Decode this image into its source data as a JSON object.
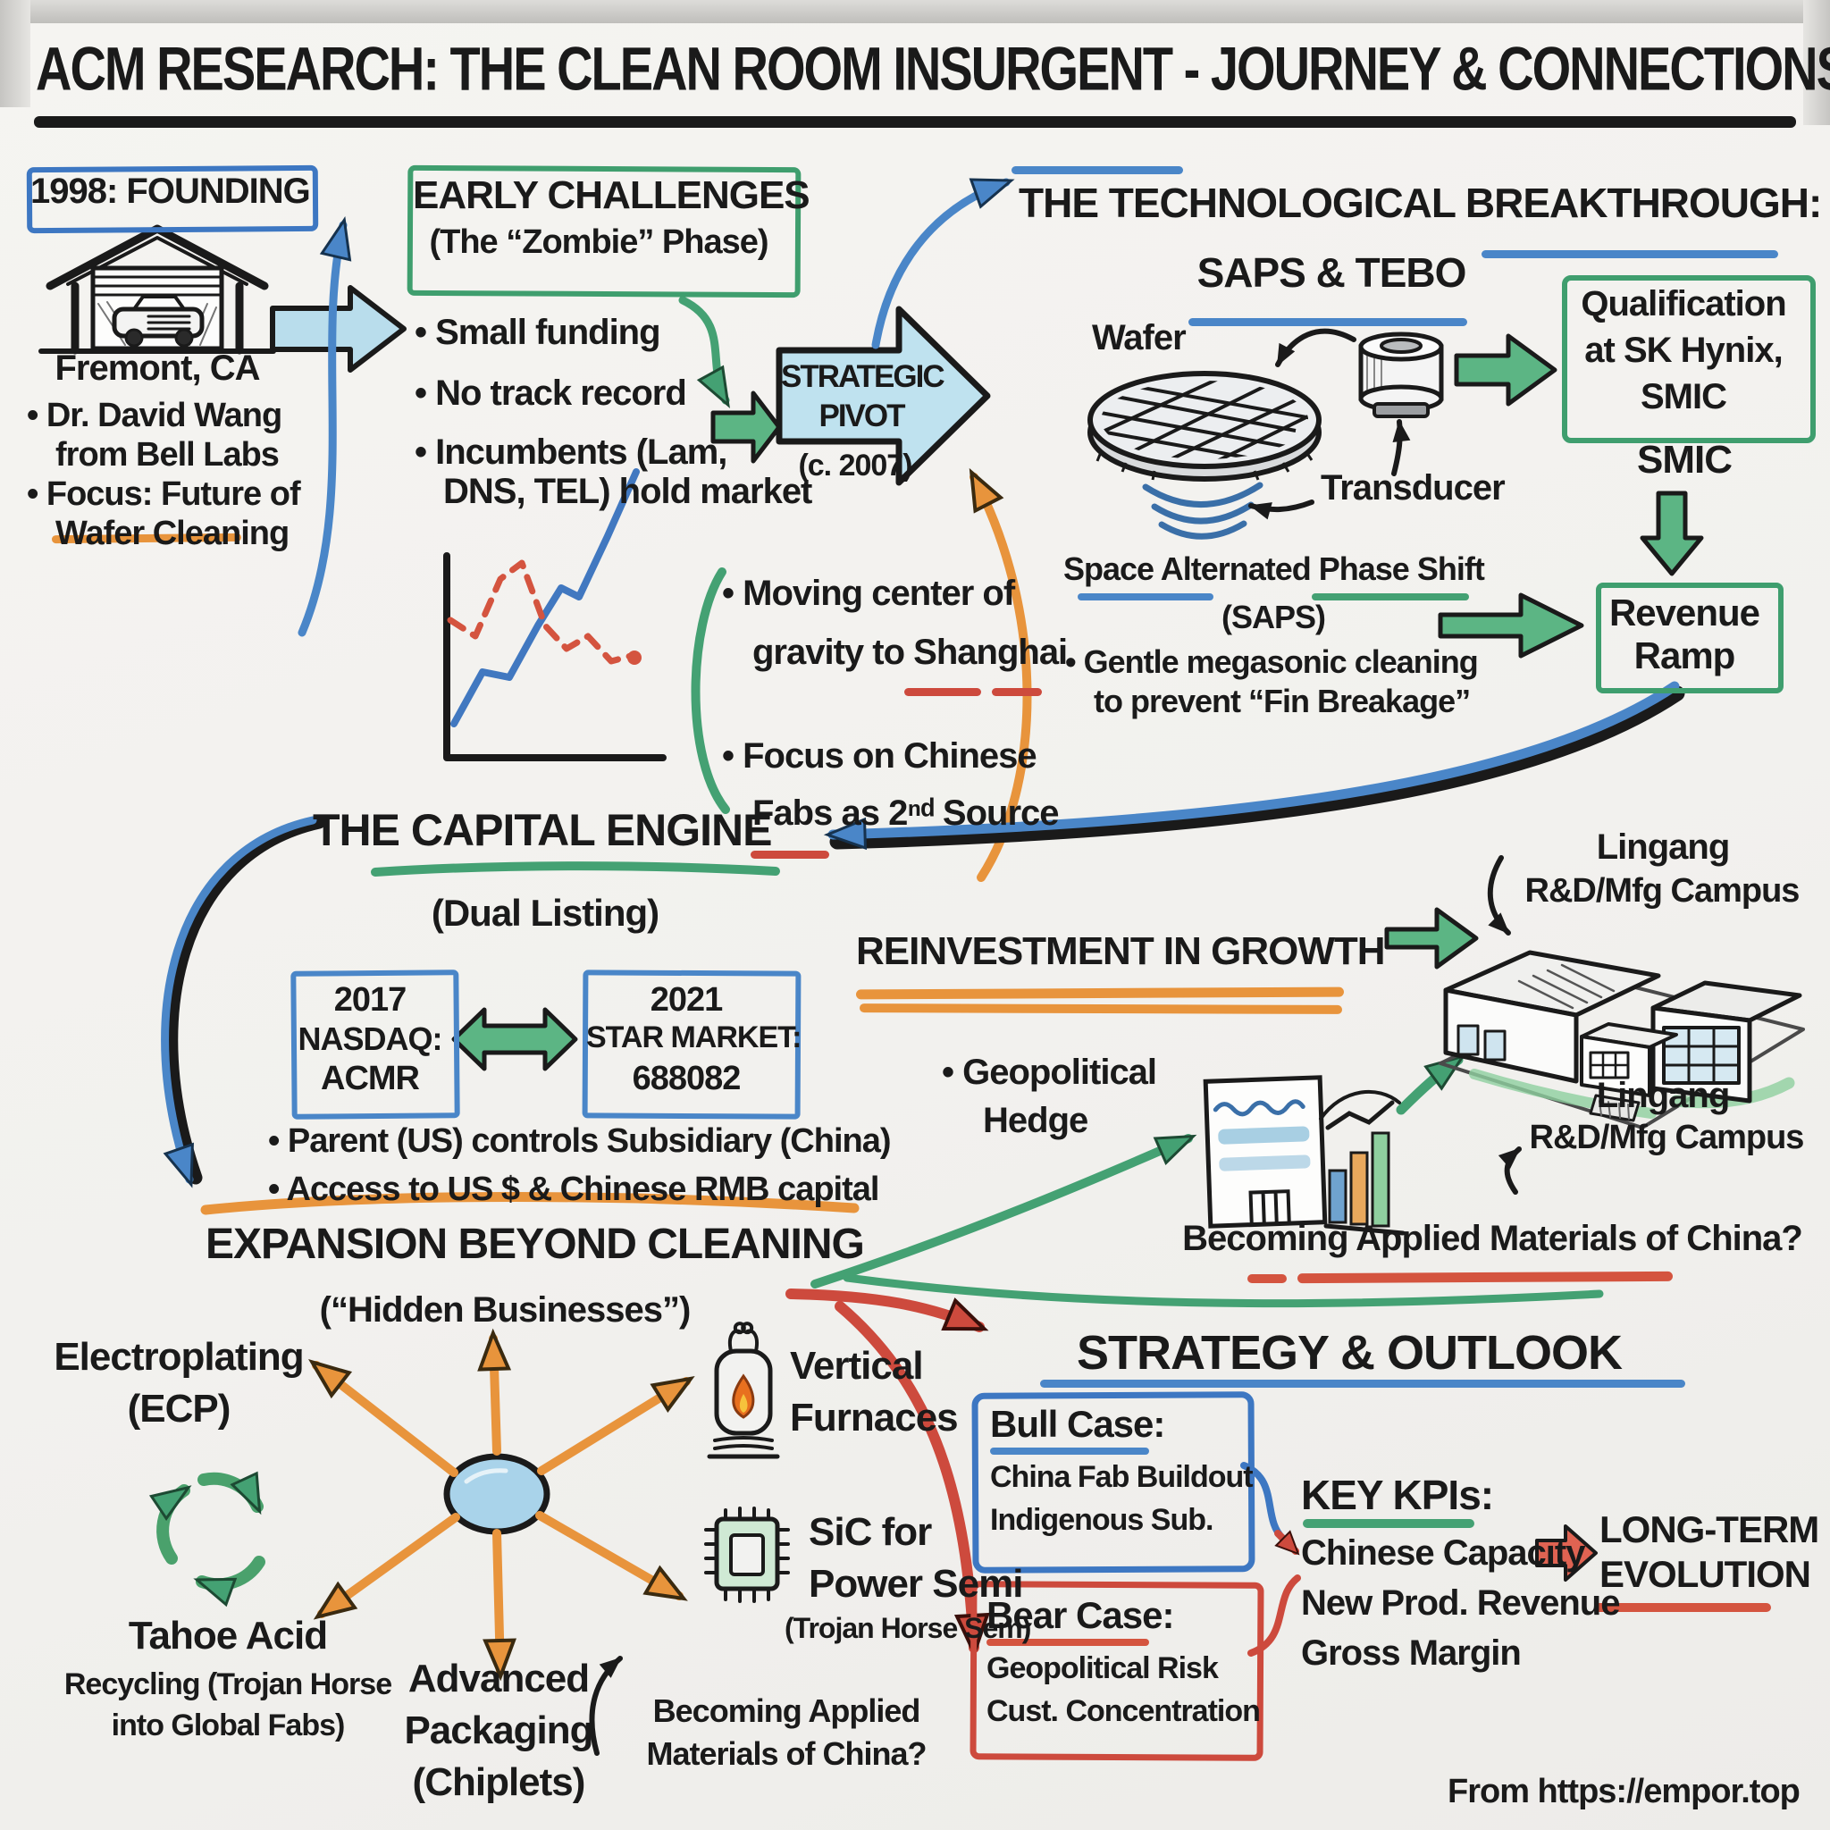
{
  "title": "ACM RESEARCH: THE CLEAN ROOM INSURGENT - JOURNEY & CONNECTIONS",
  "attribution": "From https://empor.top",
  "founding": {
    "heading": "1998: FOUNDING",
    "location": "Fremont, CA",
    "bullet1_l1": "• Dr. David Wang",
    "bullet1_l2": "from Bell Labs",
    "bullet2_l1": "• Focus: Future of",
    "bullet2_l2": "Wafer Cleaning"
  },
  "challenges": {
    "heading": "EARLY CHALLENGES",
    "subheading": "(The “Zombie” Phase)",
    "b1": "• Small funding",
    "b2": "• No track record",
    "b3_l1": "• Incumbents (Lam,",
    "b3_l2": "DNS, TEL) hold market"
  },
  "pivot": {
    "line1": "STRATEGIC",
    "line2": "PIVOT",
    "caption": "(c. 2007)",
    "b1_l1": "• Moving center of",
    "b1_l2": "gravity to Shanghai",
    "b2_l1": "• Focus on Chinese",
    "b2_l2": "Fabs as 2ⁿᵈ Source"
  },
  "breakthrough": {
    "heading_l1": "THE TECHNOLOGICAL BREAKTHROUGH:",
    "heading_l2": "SAPS & TEBO",
    "wafer_label": "Wafer",
    "transducer_label": "Transducer",
    "saps_l1": "Space Alternated Phase Shift",
    "saps_l2": "(SAPS)",
    "bullet_l1": "• Gentle megasonic cleaning",
    "bullet_l2": "to prevent “Fin Breakage”"
  },
  "qualification": {
    "box_l1": "Qualification",
    "box_l2": "at SK Hynix,",
    "box_l3": "SMIC",
    "below": "SMIC",
    "revenue_l1": "Revenue",
    "revenue_l2": "Ramp"
  },
  "capital": {
    "heading": "THE CAPITAL ENGINE",
    "subheading": "(Dual Listing)",
    "left_year": "2017",
    "left_exchange": "NASDAQ:",
    "left_ticker": "ACMR",
    "right_year": "2021",
    "right_exchange": "STAR MARKET:",
    "right_ticker": "688082",
    "b1": "• Parent (US) controls Subsidiary (China)",
    "b2": "• Access to US $ & Chinese RMB capital"
  },
  "reinvestment": {
    "heading": "REINVESTMENT IN GROWTH",
    "hedge_l1": "• Geopolitical",
    "hedge_l2": "Hedge",
    "campus_top_l1": "Lingang",
    "campus_top_l2": "R&D/Mfg Campus",
    "campus_bottom_l1": "Lingang",
    "campus_bottom_l2": "R&D/Mfg Campus",
    "question": "Becoming Applied Materials of China?"
  },
  "expansion": {
    "heading": "EXPANSION BEYOND CLEANING",
    "subheading": "(“Hidden Businesses”)",
    "ecp_l1": "Electroplating",
    "ecp_l2": "(ECP)",
    "furnace_l1": "Vertical",
    "furnace_l2": "Furnaces",
    "tahoe_l1": "Tahoe Acid",
    "tahoe_l2": "Recycling (Trojan Horse",
    "tahoe_l3": "into Global Fabs)",
    "sic_l1": "SiC for",
    "sic_l2": "Power Semi",
    "sic_l3": "(Trojan Horse Sem)",
    "pkg_l1": "Advanced",
    "pkg_l2": "Packaging",
    "pkg_l3": "(Chiplets)",
    "question_l1": "Becoming Applied",
    "question_l2": "Materials of China?"
  },
  "strategy": {
    "heading": "STRATEGY & OUTLOOK",
    "bull_title": "Bull Case:",
    "bull_l1": "China Fab Buildout",
    "bull_l2": "Indigenous Sub.",
    "bear_title": "Bear Case:",
    "bear_l1": "Geopolitical Risk",
    "bear_l2": "Cust. Concentration",
    "kpi_heading": "KEY KPIs:",
    "kpi_1": "Chinese Capacity",
    "kpi_2": "New Prod. Revenue",
    "kpi_3": "Gross Margin",
    "longterm_l1": "LONG-TERM",
    "longterm_l2": "EVOLUTION"
  },
  "colors": {
    "blue": "#3d77c2",
    "green": "#44a173",
    "orange": "#e8943c",
    "red": "#cd4a3d",
    "light_blue": "#b9ddec",
    "ink": "#1a1a1a"
  }
}
